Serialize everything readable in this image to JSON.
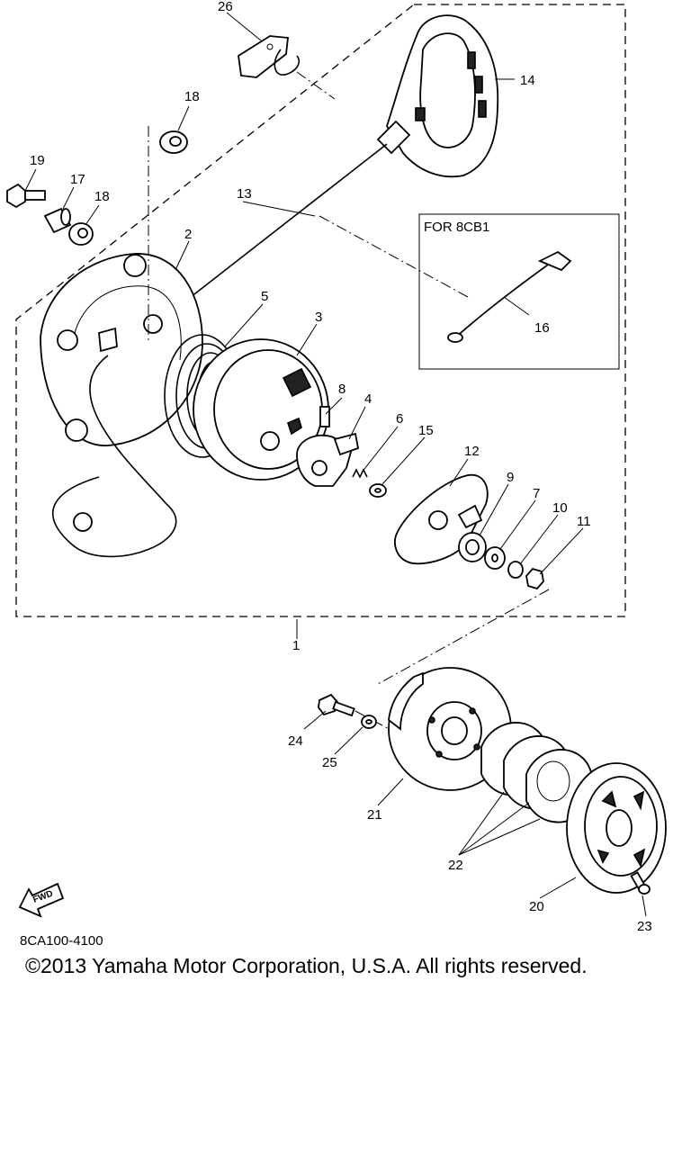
{
  "diagram": {
    "callouts": {
      "p1": "1",
      "p2": "2",
      "p3": "3",
      "p4": "4",
      "p5": "5",
      "p6": "6",
      "p7": "7",
      "p8": "8",
      "p9": "9",
      "p10": "10",
      "p11": "11",
      "p12": "12",
      "p13": "13",
      "p14": "14",
      "p15": "15",
      "p16": "16",
      "p17": "17",
      "p18a": "18",
      "p18b": "18",
      "p19": "19",
      "p20": "20",
      "p21": "21",
      "p22": "22",
      "p23": "23",
      "p24": "24",
      "p25": "25",
      "p26": "26"
    },
    "variant_box_title": "FOR 8CB1",
    "fwd_arrow_text": "FWD"
  },
  "footer": {
    "catalog_code": "8CA100-4100",
    "copyright": "©2013 Yamaha Motor Corporation, U.S.A. All rights reserved."
  }
}
